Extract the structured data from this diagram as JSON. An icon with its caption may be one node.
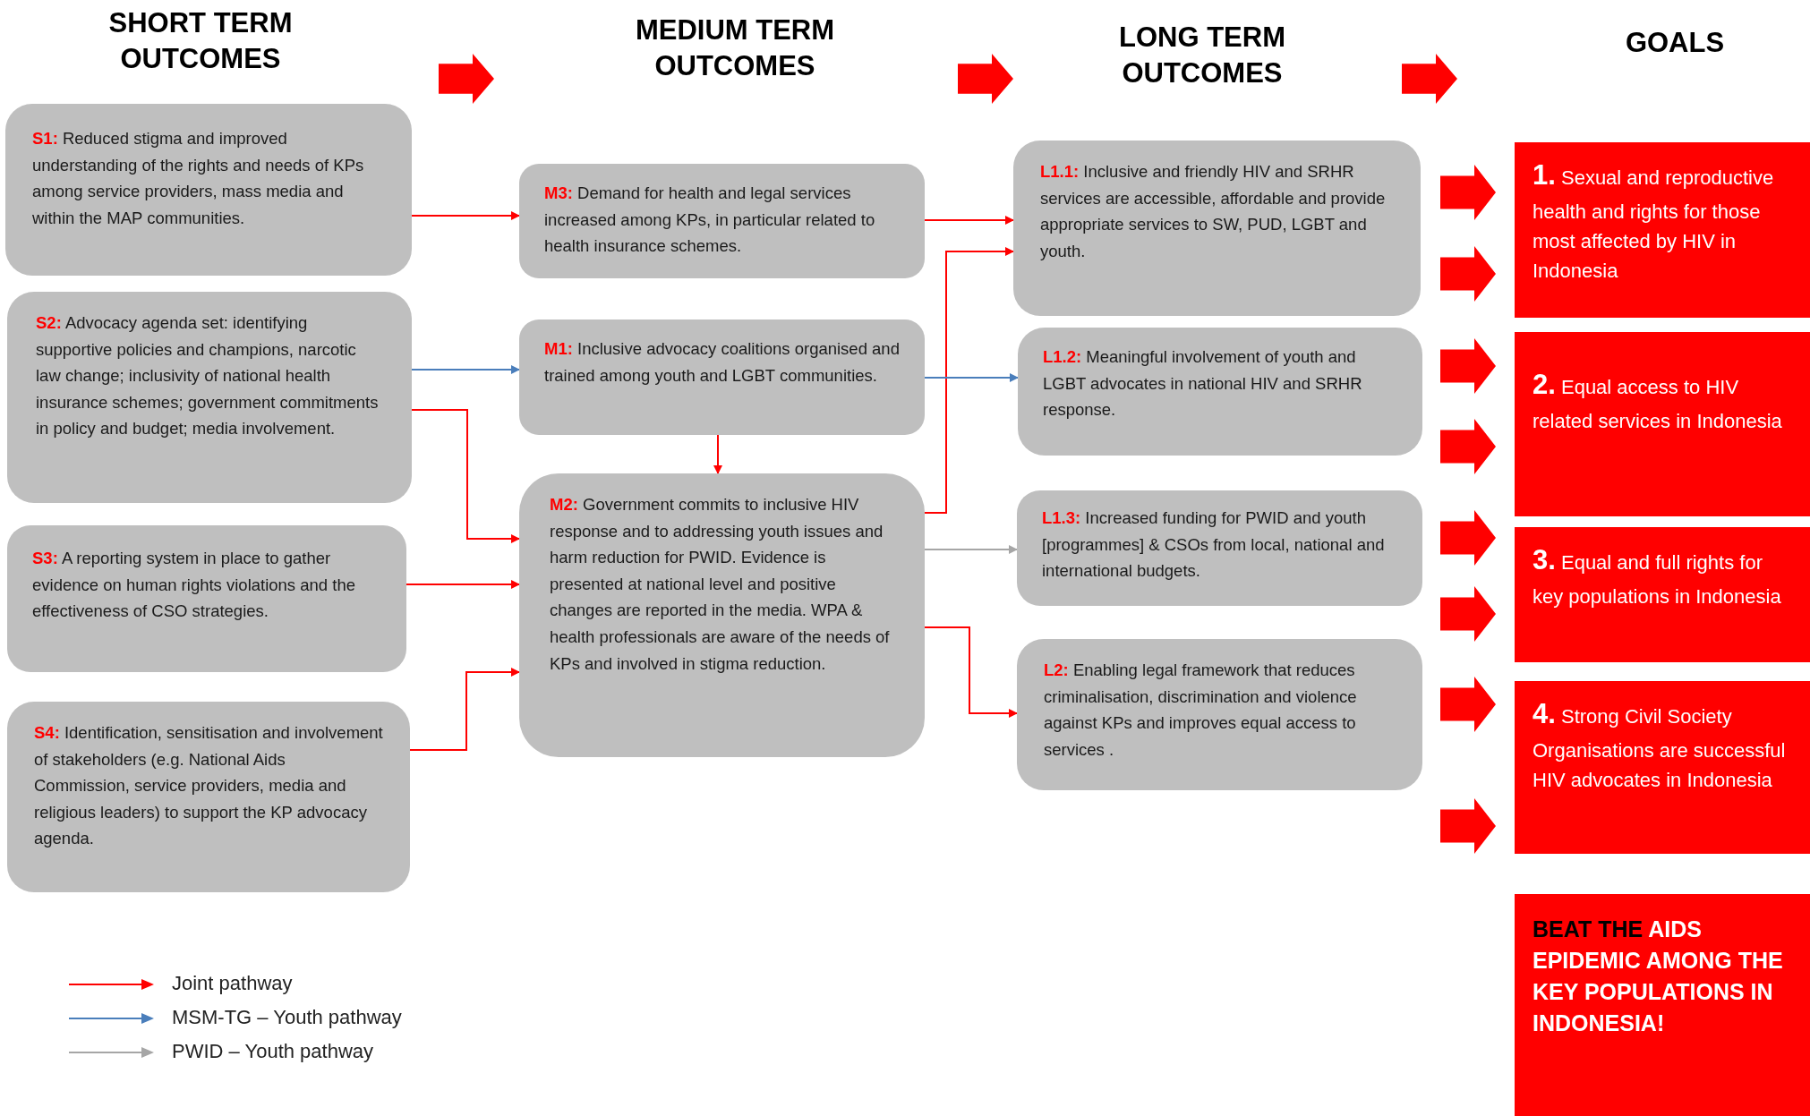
{
  "diagram": {
    "nodes": [
      {
        "text": [
          "**S1:** Reduced stigma and improved understanding of the rights and needs of KPs among service providers, mass media and within the MAP communities."
        ]
      },
      {
        "text": [
          "**S2:** Advocacy agenda set: identifying supportive policies and champions, narcotic law change; inclusivity of national health insurance schemes; government commitments in policy and budget; media involvement."
        ]
      },
      {
        "text": [
          "**S3:** A reporting system in place to gather evidence on human rights violations and the effectiveness of CSO strategies."
        ]
      },
      {
        "text": [
          "**S4:** Identification, sensitisation and involvement of stakeholders (e.g. National Aids Commission, service providers, media and religious leaders) to support the KP advocacy agenda."
        ]
      },
      {
        "text": [
          "**M3:** Demand for health and legal services increased among KPs, in particular related to health insurance schemes."
        ]
      },
      {
        "text": [
          "**M1:** Inclusive advocacy coalitions organised and trained among youth and LGBT communities."
        ]
      },
      {
        "text": [
          "**M2:** Government commits to inclusive HIV response and to addressing youth issues and harm reduction for PWID. Evidence is presented at national level and positive changes are reported in the media. WPA & health professionals are aware of the needs of KPs and involved in stigma reduction."
        ]
      },
      {
        "text": [
          "**L1.1:** Inclusive and friendly HIV and SRHR services are accessible, affordable and provide appropriate services to SW, PUD, LGBT and youth."
        ]
      },
      {
        "text": [
          "**L1.2:** Meaningful involvement of youth and LGBT advocates in national HIV and SRHR response."
        ]
      },
      {
        "text": [
          "**L1.3:** Increased funding for PWID and youth [programmes] & CSOs from local, national and international budgets."
        ]
      },
      {
        "text": [
          "**L2:** Enabling legal framework that reduces criminalisation, discrimination and violence against KPs and improves equal access to services ."
        ]
      },
      {
        "text": [
          "**1.** Sexual and reproductive health and rights for those most affected by HIV in Indonesia"
        ]
      },
      {
        "text": [
          "**2.** Equal access to HIV related services in Indonesia"
        ]
      },
      {
        "text": [
          "**3.** Equal and full rights for key populations in Indonesia"
        ]
      },
      {
        "text": [
          "**4.** Strong Civil Society Organisations are successful HIV advocates in Indonesia"
        ]
      },
      {
        "text": [
          "*BEAT THE* AIDS EPIDEMIC AMONG THE KEY POPULATIONS IN INDONESIA!"
        ]
      }
    ],
    "edges": [
      {
        "from": 0,
        "to": 4,
        "arrow": "to"
      },
      {
        "from": 1,
        "to": 5,
        "arrow": "to",
        "color": "#4a7ebb"
      },
      {
        "from": 1,
        "to": 6,
        "arrow": "to"
      },
      {
        "from": 2,
        "to": 6,
        "arrow": "to"
      },
      {
        "from": 3,
        "to": 6,
        "arrow": "to"
      },
      {
        "from": 5,
        "to": 6,
        "arrow": "to"
      },
      {
        "from": 4,
        "to": 7,
        "arrow": "to"
      },
      {
        "from": 6,
        "to": 7,
        "arrow": "to"
      },
      {
        "from": 5,
        "to": 8,
        "arrow": "to",
        "color": "#4a7ebb"
      },
      {
        "from": 6,
        "to": 9,
        "arrow": "to",
        "color": "#a6a6a6"
      },
      {
        "from": 6,
        "to": 10,
        "arrow": "to"
      },
      {
        "from": null,
        "to": 11,
        "arrow": "to",
        "style": "thick"
      },
      {
        "from": null,
        "to": 11,
        "arrow": "to",
        "style": "thick"
      },
      {
        "from": null,
        "to": 12,
        "arrow": "to",
        "style": "thick"
      },
      {
        "from": null,
        "to": 12,
        "arrow": "to",
        "style": "thick"
      },
      {
        "from": null,
        "to": 13,
        "arrow": "to",
        "style": "thick"
      },
      {
        "from": null,
        "to": 13,
        "arrow": "to",
        "style": "thick"
      },
      {
        "from": null,
        "to": 14,
        "arrow": "to",
        "style": "thick"
      },
      {
        "from": null,
        "to": 14,
        "arrow": "to",
        "style": "thick"
      }
    ],
    "labels": [
      "SHORT TERM OUTCOMES",
      "MEDIUM TERM OUTCOMES",
      "LONG TERM OUTCOMES",
      "GOALS"
    ],
    "legend": [
      {
        "text": "Joint pathway"
      },
      {
        "text": "MSM-TG – Youth pathway"
      },
      {
        "text": "PWID – Youth pathway"
      }
    ]
  }
}
